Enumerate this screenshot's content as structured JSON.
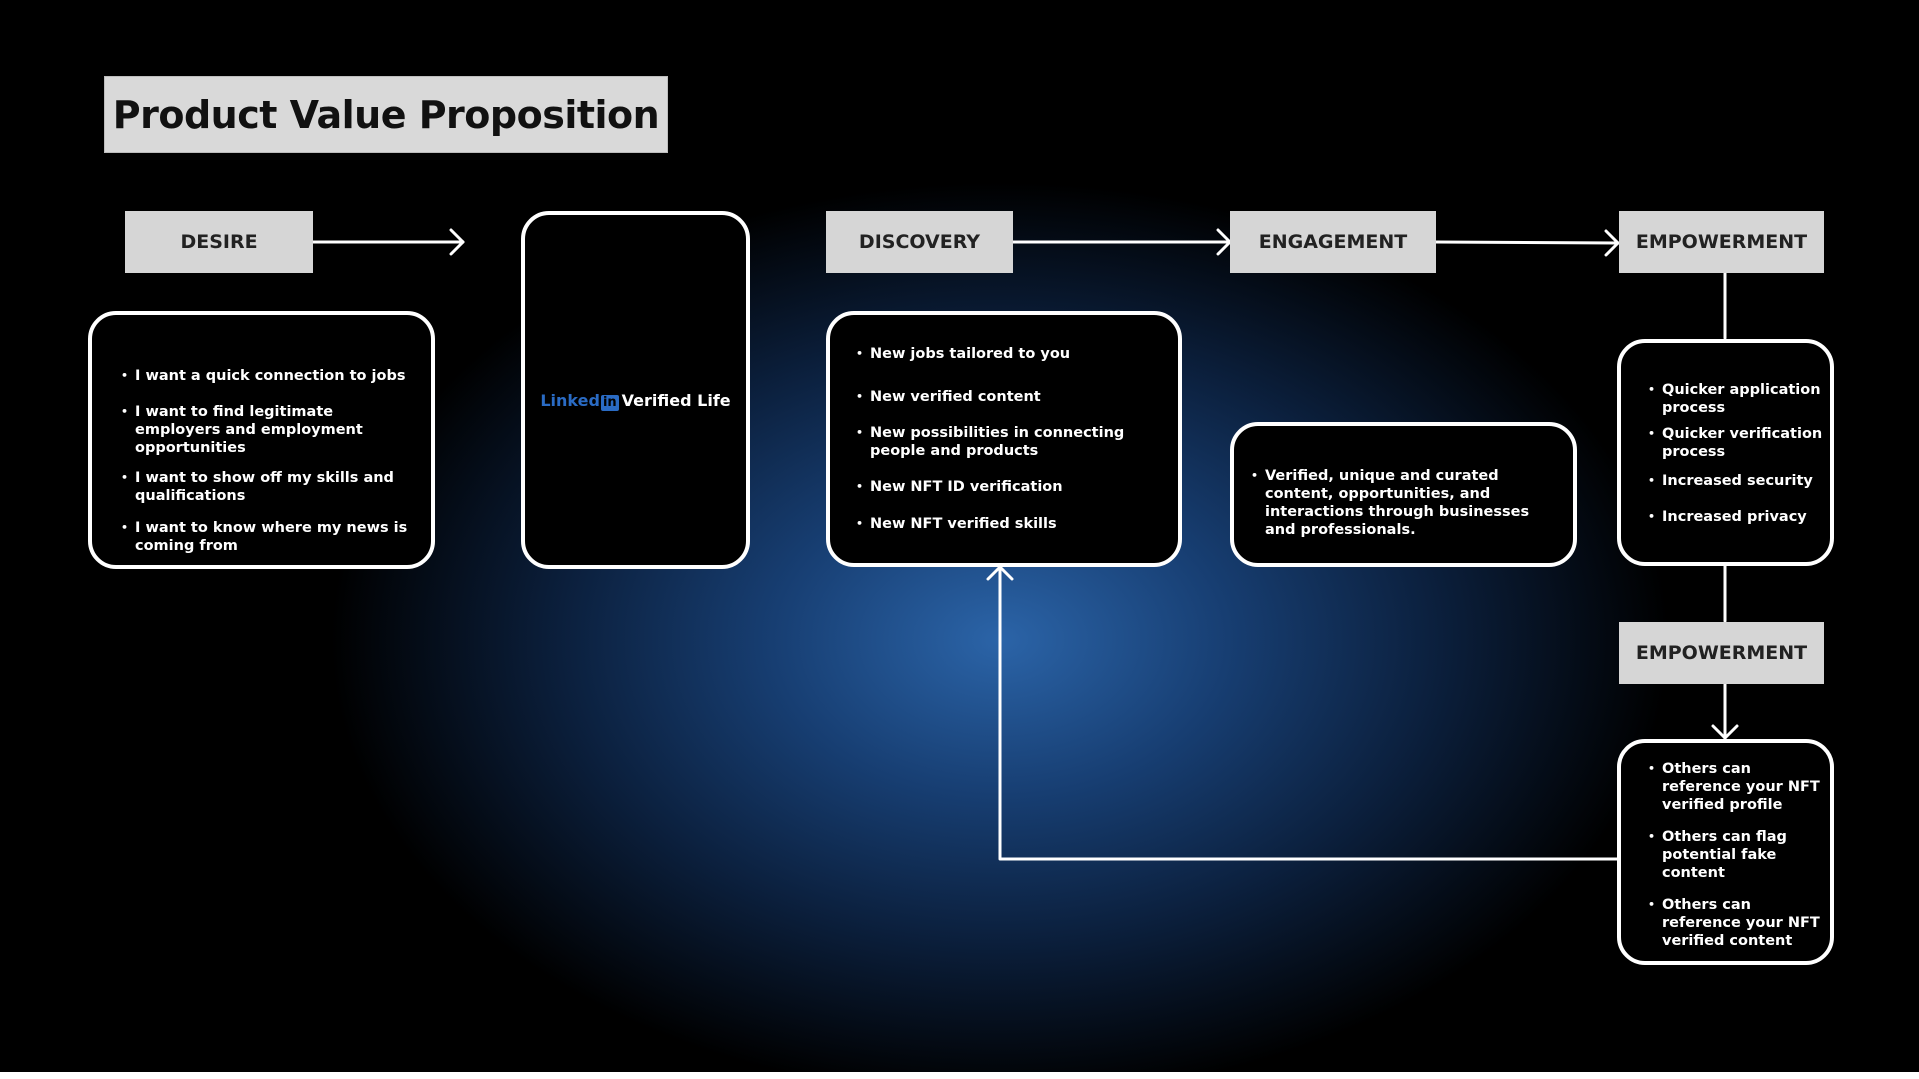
{
  "title": "Product Value Proposition",
  "stages": {
    "desire": "DESIRE",
    "discovery": "DISCOVERY",
    "engagement": "ENGAGEMENT",
    "empowerment_1": "EMPOWERMENT",
    "empowerment_2": "EMPOWERMENT"
  },
  "desire_items": [
    "I want a quick connection to jobs",
    "I want to find legitimate employers and employment opportunities",
    "I want to show off my skills and qualifications",
    "I want to know where my news is coming from"
  ],
  "product": {
    "logo_linked": "Linked",
    "logo_in": "in",
    "logo_rest": "Verified Life"
  },
  "discovery_items": [
    "New jobs tailored to you",
    "New verified content",
    "New possibilities in connecting people and products",
    "New NFT ID verification",
    "New NFT verified skills"
  ],
  "engagement_items": [
    "Verified, unique and curated content, opportunities, and interactions through businesses and professionals."
  ],
  "empowerment_items_1": [
    "Quicker application process",
    "Quicker verification process",
    "Increased security",
    "Increased privacy"
  ],
  "empowerment_items_2": [
    "Others can reference your NFT verified profile",
    "Others can flag potential fake content",
    "Others can reference your NFT verified content"
  ],
  "colors": {
    "accent_blue": "#2a6bc4",
    "label_gray": "#d6d6d6",
    "card_bg": "#000000",
    "connector": "#ffffff"
  }
}
